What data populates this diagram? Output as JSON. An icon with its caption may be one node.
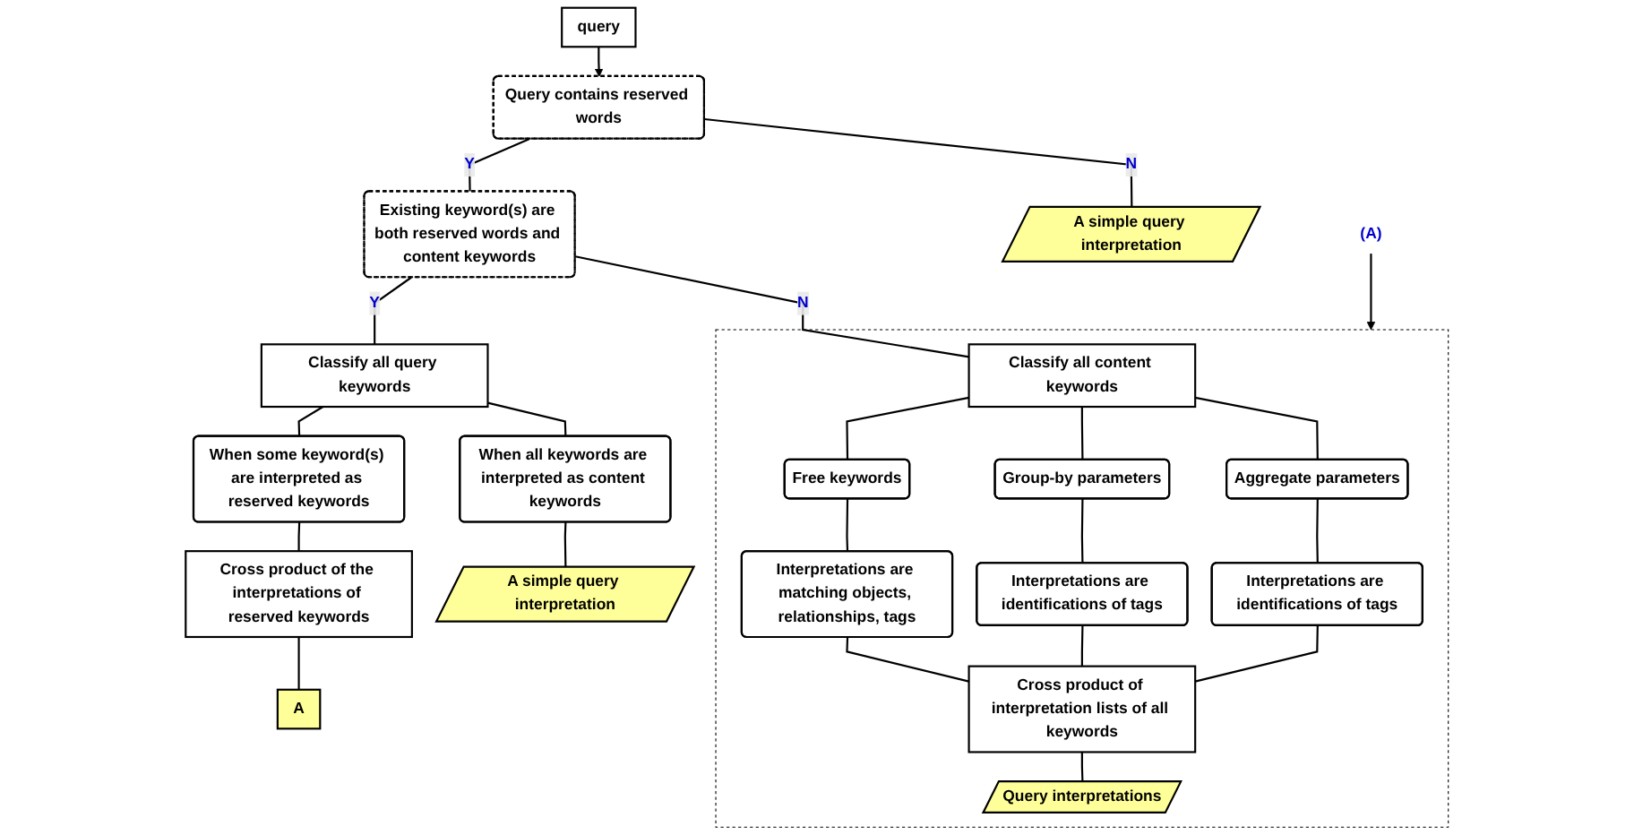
{
  "diagram": {
    "nodes": [
      {
        "text": [
          "query"
        ]
      },
      {
        "text": [
          "Query contains reserved words"
        ]
      },
      {
        "text": [
          "Existing keyword(s) are both reserved words and content keywords"
        ]
      },
      {
        "text": [
          "A simple query interpretation"
        ]
      },
      {
        "text": [
          "Classify all query keywords"
        ]
      },
      {
        "text": [],
        "shape": "box"
      },
      {
        "text": [
          "Classify all content keywords"
        ],
        "in": 5
      },
      {
        "text": [
          "When some keyword(s) are interpreted as reserved keywords"
        ]
      },
      {
        "text": [
          "When all keywords are interpreted as content keywords"
        ]
      },
      {
        "text": [
          "Free keywords"
        ],
        "in": 5
      },
      {
        "text": [
          "Group-by parameters"
        ],
        "in": 5
      },
      {
        "text": [
          "Aggregate parameters"
        ],
        "in": 5
      },
      {
        "text": [
          "Interpretations are matching objects, relationships, tags"
        ],
        "in": 5
      },
      {
        "text": [
          "Interpretations are identifications of tags"
        ],
        "in": 5
      },
      {
        "text": [
          "Interpretations are identifications of tags"
        ],
        "in": 5
      },
      {
        "text": [
          "Cross product of the interpretations of reserved keywords"
        ]
      },
      {
        "text": [
          "A simple query interpretation"
        ]
      },
      {
        "text": [
          "Cross product of interpretation lists of all keywords"
        ],
        "in": 5
      },
      {
        "text": [
          "A"
        ]
      },
      {
        "text": [
          "(A)"
        ]
      },
      {
        "text": [
          "Query interpretations"
        ],
        "in": 5
      }
    ],
    "edges": [
      {
        "from": 0,
        "to": 1,
        "arrow": "to"
      },
      {
        "from": 1,
        "to": 2,
        "arrow": "none",
        "label": "Y"
      },
      {
        "from": 1,
        "to": 3,
        "arrow": "none",
        "label": "N"
      },
      {
        "from": 2,
        "to": 4,
        "arrow": "none",
        "label": "Y"
      },
      {
        "from": 2,
        "to": 6,
        "arrow": "none",
        "label": "N"
      },
      {
        "from": 4,
        "to": 7,
        "arrow": "none"
      },
      {
        "from": 4,
        "to": 8,
        "arrow": "none"
      },
      {
        "from": 6,
        "to": 9,
        "arrow": "none"
      },
      {
        "from": 6,
        "to": 10,
        "arrow": "none"
      },
      {
        "from": 6,
        "to": 11,
        "arrow": "none"
      },
      {
        "from": 9,
        "to": 12,
        "arrow": "none"
      },
      {
        "from": 10,
        "to": 13,
        "arrow": "none"
      },
      {
        "from": 11,
        "to": 14,
        "arrow": "none"
      },
      {
        "from": 12,
        "to": 17,
        "arrow": "none"
      },
      {
        "from": 13,
        "to": 17,
        "arrow": "none"
      },
      {
        "from": 14,
        "to": 17,
        "arrow": "none"
      },
      {
        "from": 17,
        "to": 20,
        "arrow": "none"
      },
      {
        "from": 7,
        "to": 15,
        "arrow": "none"
      },
      {
        "from": 8,
        "to": 16,
        "arrow": "none"
      },
      {
        "from": 15,
        "to": 18,
        "arrow": "none"
      },
      {
        "from": 19,
        "to": 5,
        "arrow": "to"
      }
    ]
  }
}
